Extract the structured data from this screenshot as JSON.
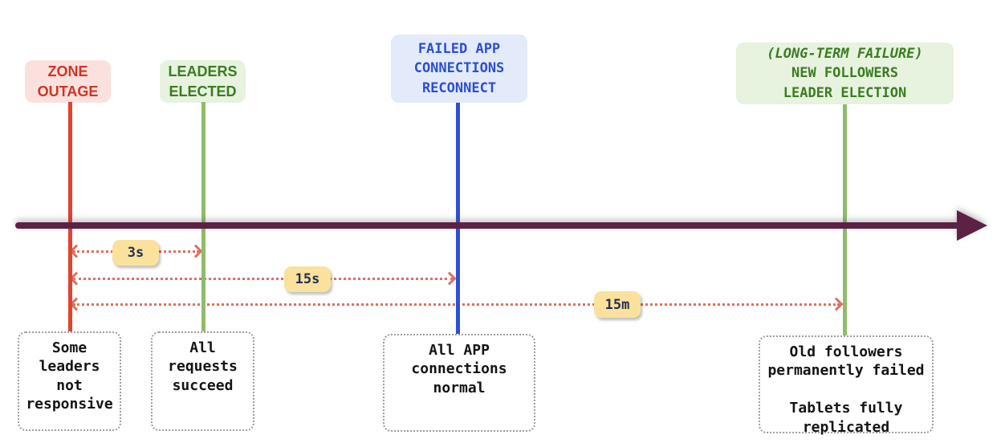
{
  "events": [
    {
      "label": "ZONE\nOUTAGE",
      "text_color": "#d03425",
      "bg_color": "#fae1dd",
      "line_color": "#e2432f",
      "desc": "Some\nleaders\nnot\nresponsive"
    },
    {
      "label": "LEADERS\nELECTED",
      "text_color": "#3a7d20",
      "bg_color": "#e7f2df",
      "line_color": "#8fbc69",
      "desc": "All\nrequests\nsucceed"
    },
    {
      "label": "FAILED APP\nCONNECTIONS\nRECONNECT",
      "text_color": "#2b4fd0",
      "bg_color": "#e3eafa",
      "line_color": "#2d50d3",
      "desc": "All APP\nconnections\nnormal"
    },
    {
      "label_italic": "(LONG-TERM FAILURE)",
      "label": "NEW FOLLOWERS\nLEADER ELECTION",
      "text_color": "#3a7d20",
      "bg_color": "#e7f2df",
      "line_color": "#8fbc69",
      "desc": "Old followers\npermanently failed\n\nTablets fully\nreplicated"
    }
  ],
  "durations": [
    {
      "label": "3s"
    },
    {
      "label": "15s"
    },
    {
      "label": "15m"
    }
  ],
  "style": {
    "timeline_color": "#5d2145",
    "dotted_arrow_color": "#dd6f62",
    "badge_bg": "#fae29c",
    "badge_text_color": "#252f55",
    "desc_border_color": "#9e9e9e"
  }
}
